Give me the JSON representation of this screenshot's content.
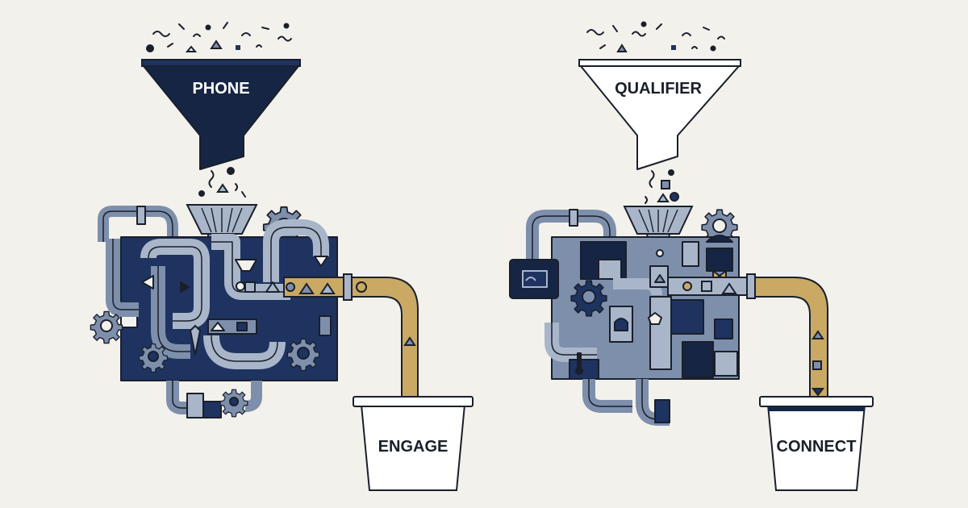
{
  "colors": {
    "background": "#f3f1ec",
    "navy": "#1f3360",
    "dark": "#162544",
    "steel": "#7d8fab",
    "light_steel": "#a9b6c9",
    "gold": "#c9a963",
    "outline": "#1a1f2b",
    "white": "#ffffff"
  },
  "left_system": {
    "funnel": {
      "label": "PHONE",
      "style": "filled-dark"
    },
    "bucket": {
      "label": "ENGAGE"
    },
    "machine": {
      "style": "navy"
    }
  },
  "right_system": {
    "funnel": {
      "label": "QUALIFIER",
      "style": "outline-white"
    },
    "bucket": {
      "label": "CONNECT"
    },
    "machine": {
      "style": "steel"
    }
  }
}
